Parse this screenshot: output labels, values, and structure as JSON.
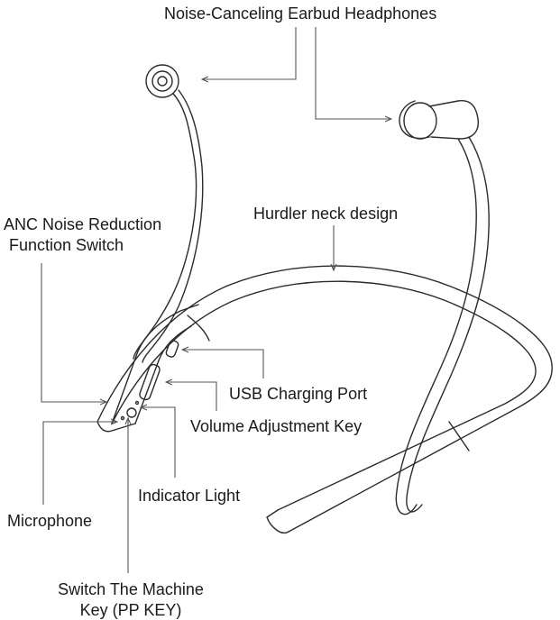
{
  "labels": {
    "earbuds": "Noise-Canceling Earbud Headphones",
    "anc_line1": "ANC Noise Reduction",
    "anc_line2": "Function Switch",
    "neck": "Hurdler neck design",
    "usb": "USB Charging Port",
    "volume": "Volume Adjustment Key",
    "indicator": "Indicator Light",
    "microphone": "Microphone",
    "pp_line1": "Switch The Machine",
    "pp_line2": "Key (PP KEY)"
  },
  "colors": {
    "line": "#2b2b2b",
    "leader": "#555555",
    "text": "#1a1a1a",
    "background": "#ffffff"
  }
}
